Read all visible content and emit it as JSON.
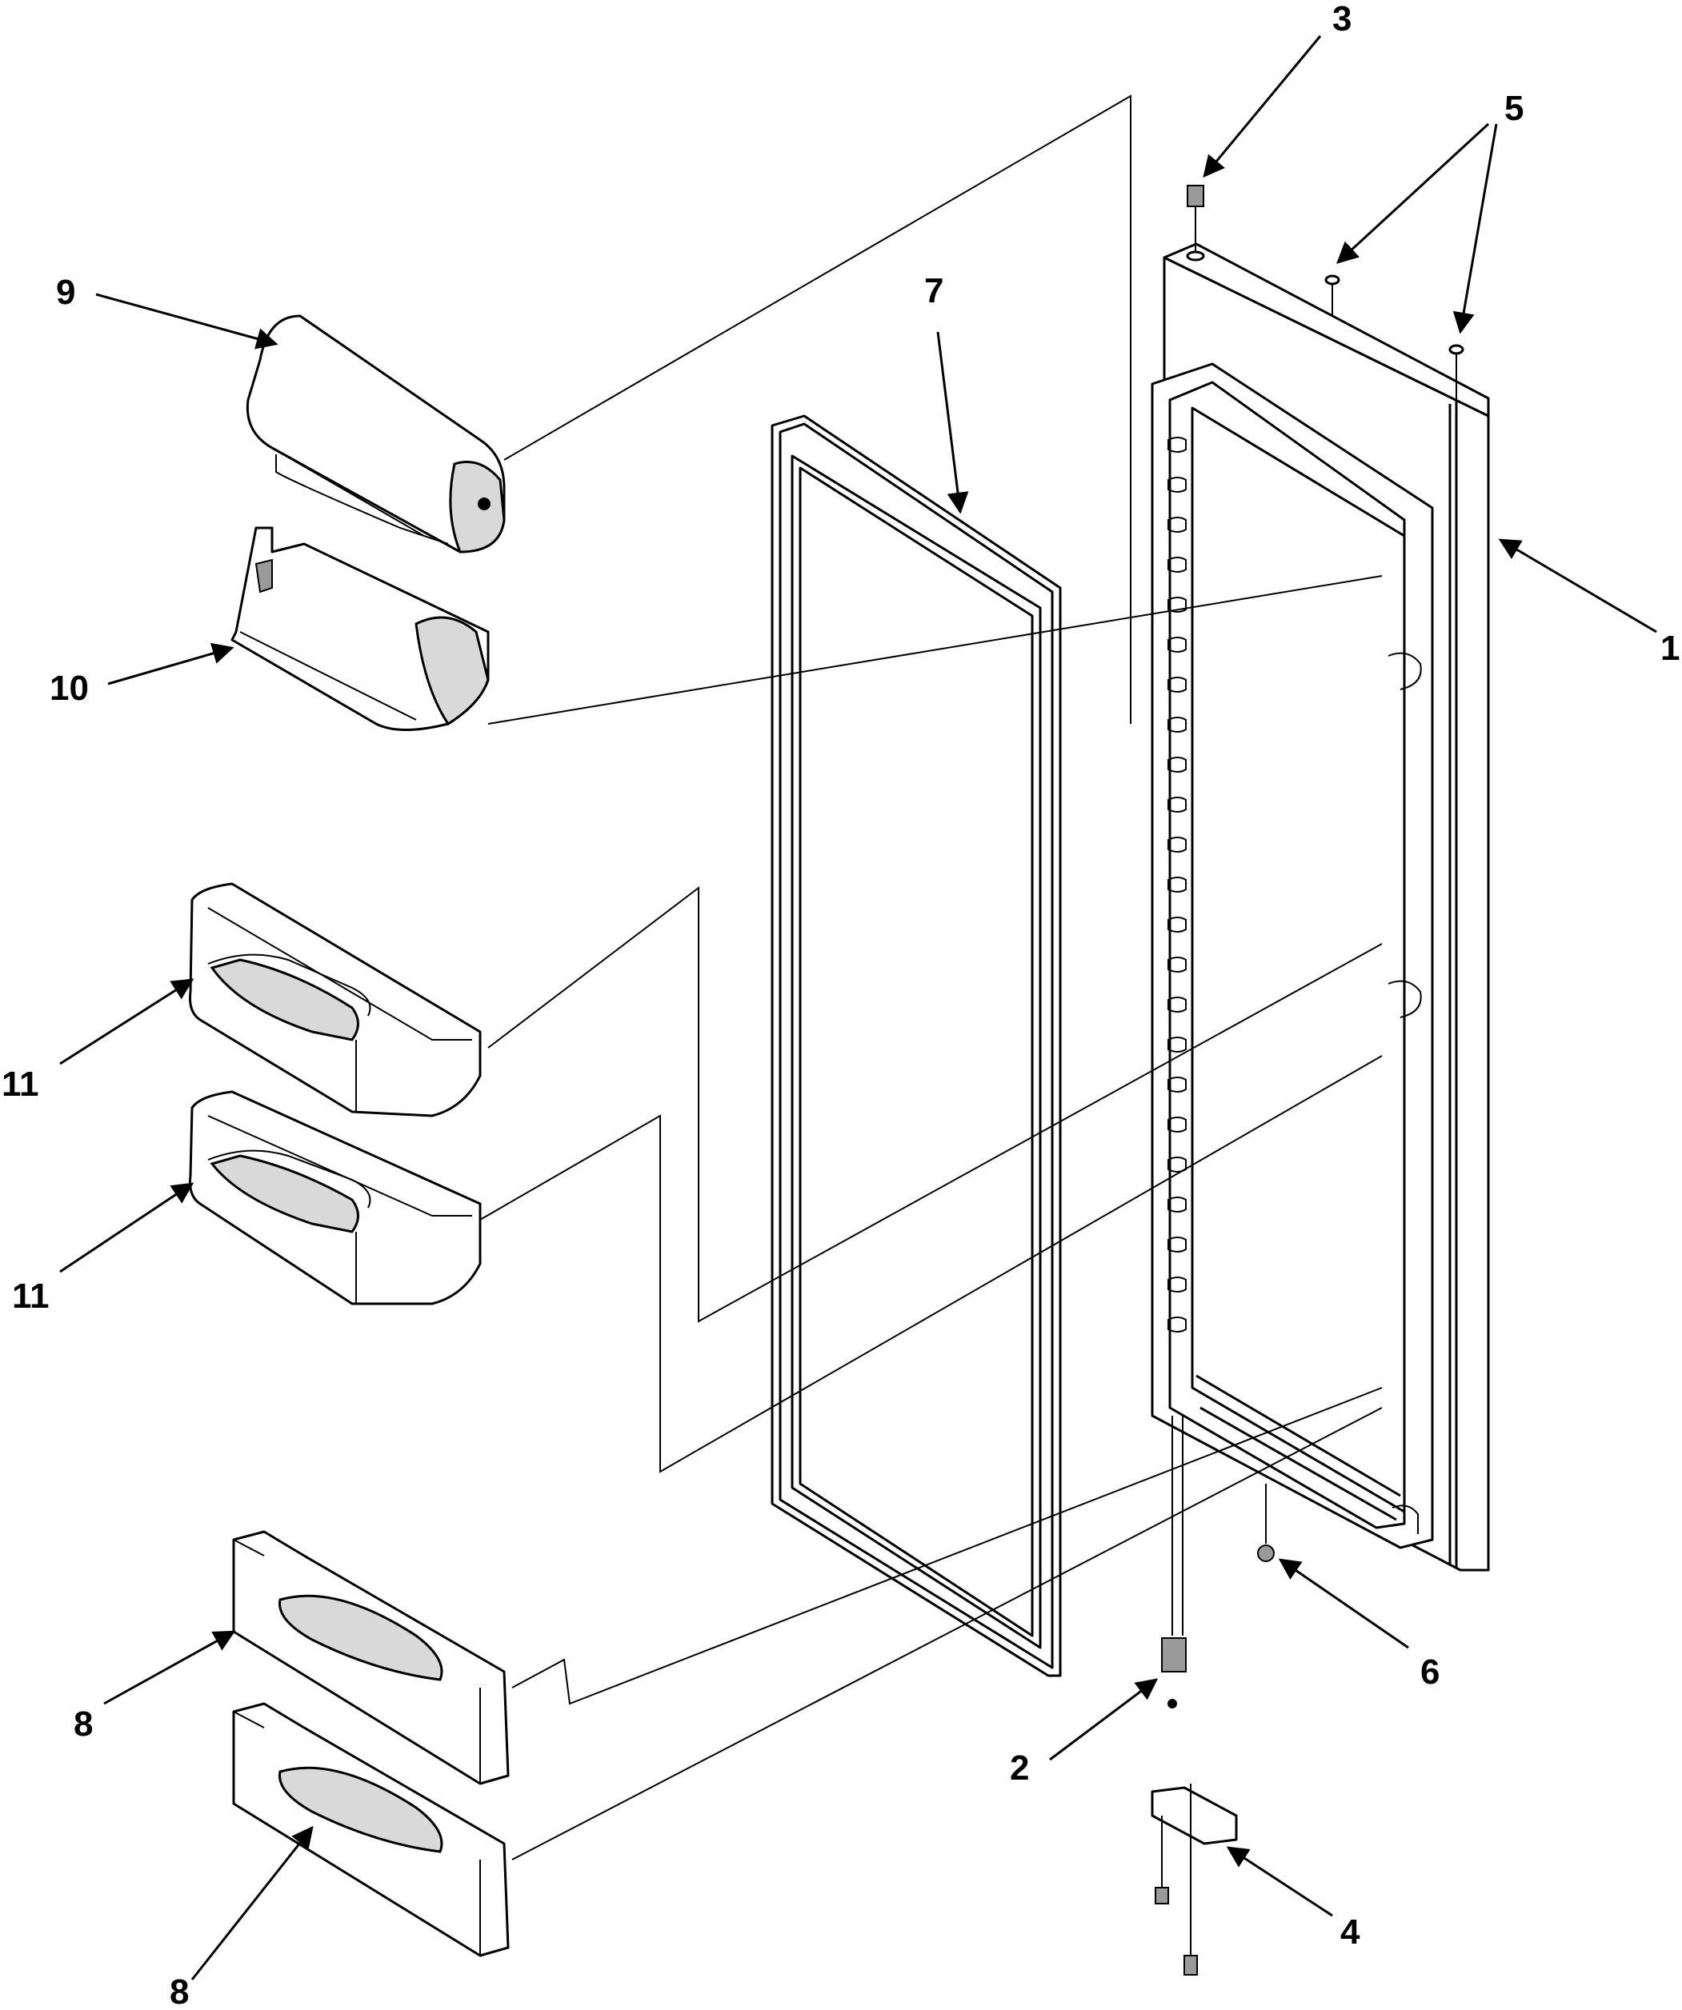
{
  "callouts": [
    {
      "id": "c1",
      "label": "1",
      "part": "door-assembly"
    },
    {
      "id": "c2",
      "label": "2",
      "part": "lower-hinge"
    },
    {
      "id": "c3",
      "label": "3",
      "part": "top-bushing"
    },
    {
      "id": "c4",
      "label": "4",
      "part": "hinge-bracket"
    },
    {
      "id": "c5a",
      "label": "5",
      "part": "top-screw-plug"
    },
    {
      "id": "c6",
      "label": "6",
      "part": "door-stop"
    },
    {
      "id": "c7",
      "label": "7",
      "part": "door-gasket"
    },
    {
      "id": "c8a",
      "label": "8",
      "part": "shallow-door-bin-upper"
    },
    {
      "id": "c8b",
      "label": "8",
      "part": "shallow-door-bin-lower"
    },
    {
      "id": "c9",
      "label": "9",
      "part": "dairy-door-cover"
    },
    {
      "id": "c10",
      "label": "10",
      "part": "dairy-bin"
    },
    {
      "id": "c11a",
      "label": "11",
      "part": "deep-door-bin-upper"
    },
    {
      "id": "c11b",
      "label": "11",
      "part": "deep-door-bin-lower"
    }
  ]
}
